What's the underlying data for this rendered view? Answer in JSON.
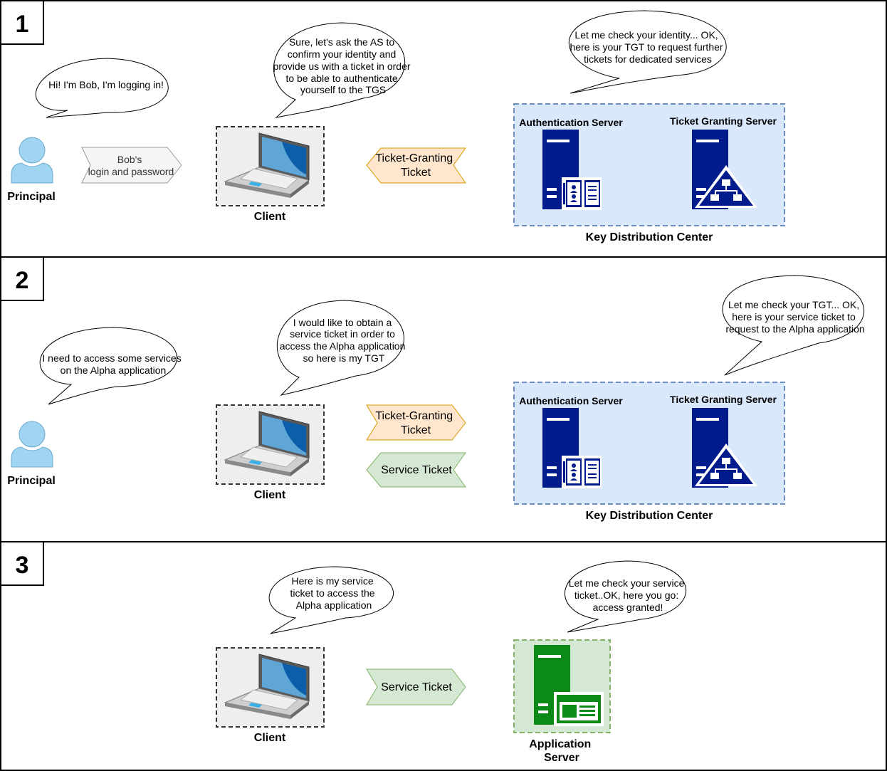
{
  "panels": [
    {
      "number": "1",
      "principal_bubble": [
        "Hi! I'm Bob, I'm logging in!"
      ],
      "principal_label": "Principal",
      "credentials_label": [
        "Bob's",
        "login and password"
      ],
      "client_bubble": [
        "Sure, let's ask the AS to",
        "confirm your identity and",
        "provide us with a ticket in order",
        "to be able to authenticate",
        "yourself to the TGS"
      ],
      "client_label": "Client",
      "tgt_label": [
        "Ticket-Granting",
        "Ticket"
      ],
      "kdc_bubble": [
        "Let me check your identity... OK,",
        "here is your TGT to request further",
        "tickets for dedicated services"
      ],
      "as_label": "Authentication Server",
      "tgs_label": "Ticket Granting Server",
      "kdc_label": "Key Distribution Center"
    },
    {
      "number": "2",
      "principal_bubble": [
        "I need to access some services",
        "on the Alpha application"
      ],
      "principal_label": "Principal",
      "client_bubble": [
        "I would like to obtain a",
        "service ticket in order to",
        "access the Alpha application",
        "so here is my TGT"
      ],
      "client_label": "Client",
      "tgt_label": [
        "Ticket-Granting",
        "Ticket"
      ],
      "service_ticket_label": [
        "Service Ticket"
      ],
      "kdc_bubble": [
        "Let me check your TGT... OK,",
        "here is your service ticket to",
        "request to the Alpha application"
      ],
      "as_label": "Authentication Server",
      "tgs_label": "Ticket Granting Server",
      "kdc_label": "Key Distribution Center"
    },
    {
      "number": "3",
      "client_bubble": [
        "Here is my service",
        "ticket to access the",
        "Alpha application"
      ],
      "client_label": "Client",
      "service_ticket_label": [
        "Service Ticket"
      ],
      "app_bubble": [
        "Let me check your service",
        "ticket..OK, here you go:",
        "access granted!"
      ],
      "app_label": [
        "Application",
        "Server"
      ]
    }
  ],
  "colors": {
    "person": "#9fd5f0",
    "person_stroke": "#6aa9cf",
    "server": "#001c8c",
    "app_server": "#0b8a17",
    "kdc_fill": "#dae8fc",
    "kdc_stroke": "#6c8ebf",
    "app_fill": "#d5e8d4",
    "app_stroke": "#82b366",
    "tgt_fill": "#ffe6cc",
    "tgt_stroke": "#d79b00",
    "st_fill": "#d5e8d4",
    "st_stroke": "#82b366",
    "cred_fill": "#f5f5f5",
    "cred_stroke": "#999999"
  },
  "icons": [
    "person-icon",
    "laptop-icon",
    "server-icon",
    "directory-book-icon",
    "network-triangle-icon",
    "app-window-icon"
  ]
}
